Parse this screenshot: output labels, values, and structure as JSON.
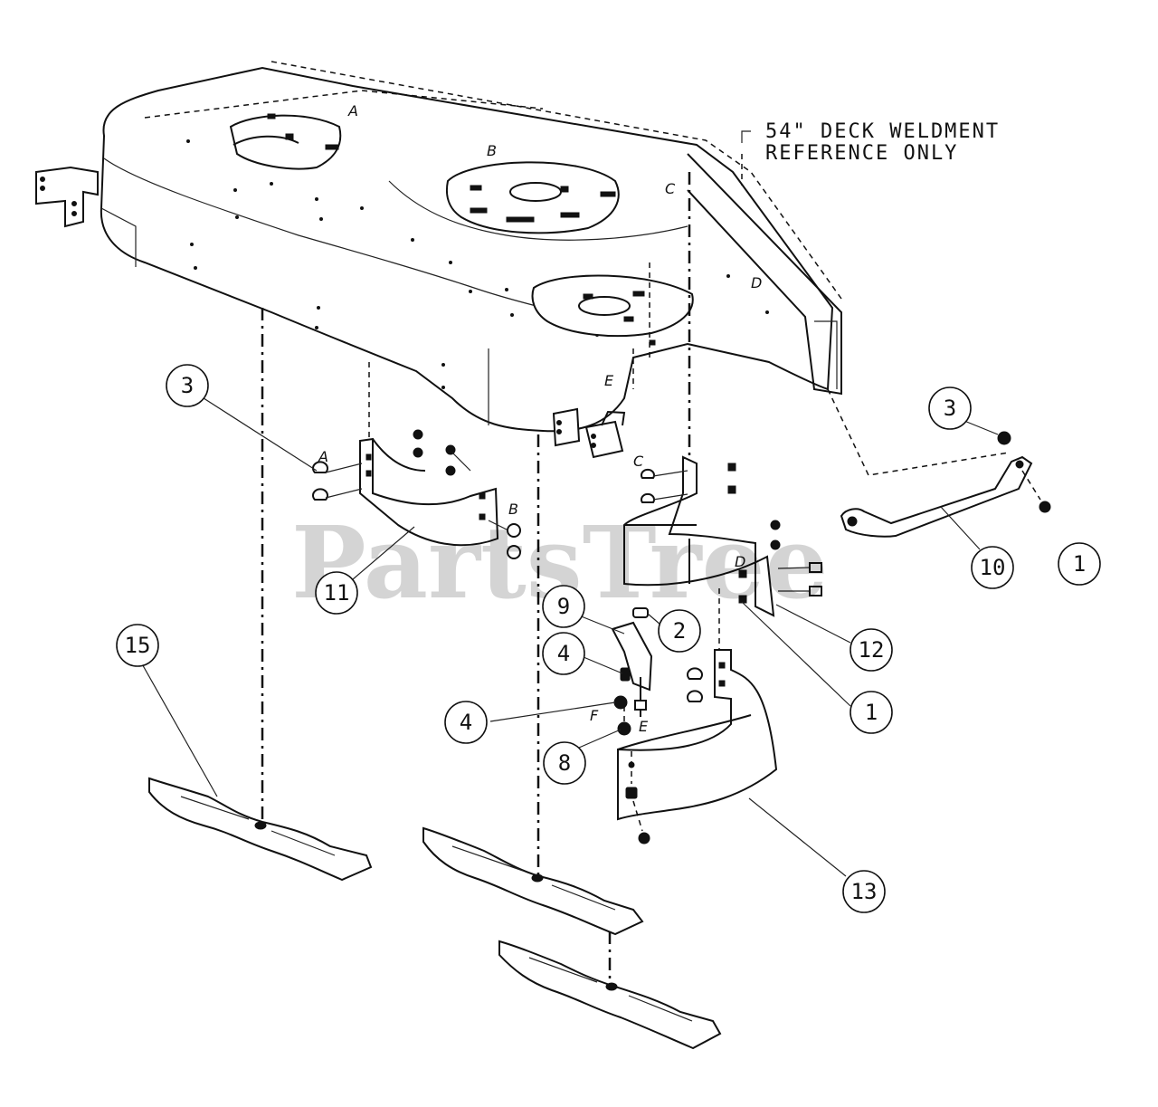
{
  "reference_note": {
    "line1": "54\" DECK WELDMENT",
    "line2": "REFERENCE ONLY"
  },
  "watermark": "PartsTree",
  "callouts": [
    "3",
    "11",
    "15",
    "9",
    "4",
    "4",
    "8",
    "2",
    "12",
    "1",
    "13",
    "3",
    "10",
    "1"
  ],
  "assembly_letters": [
    "A",
    "B",
    "C",
    "D",
    "E",
    "A",
    "B",
    "C",
    "D",
    "F",
    "E"
  ]
}
